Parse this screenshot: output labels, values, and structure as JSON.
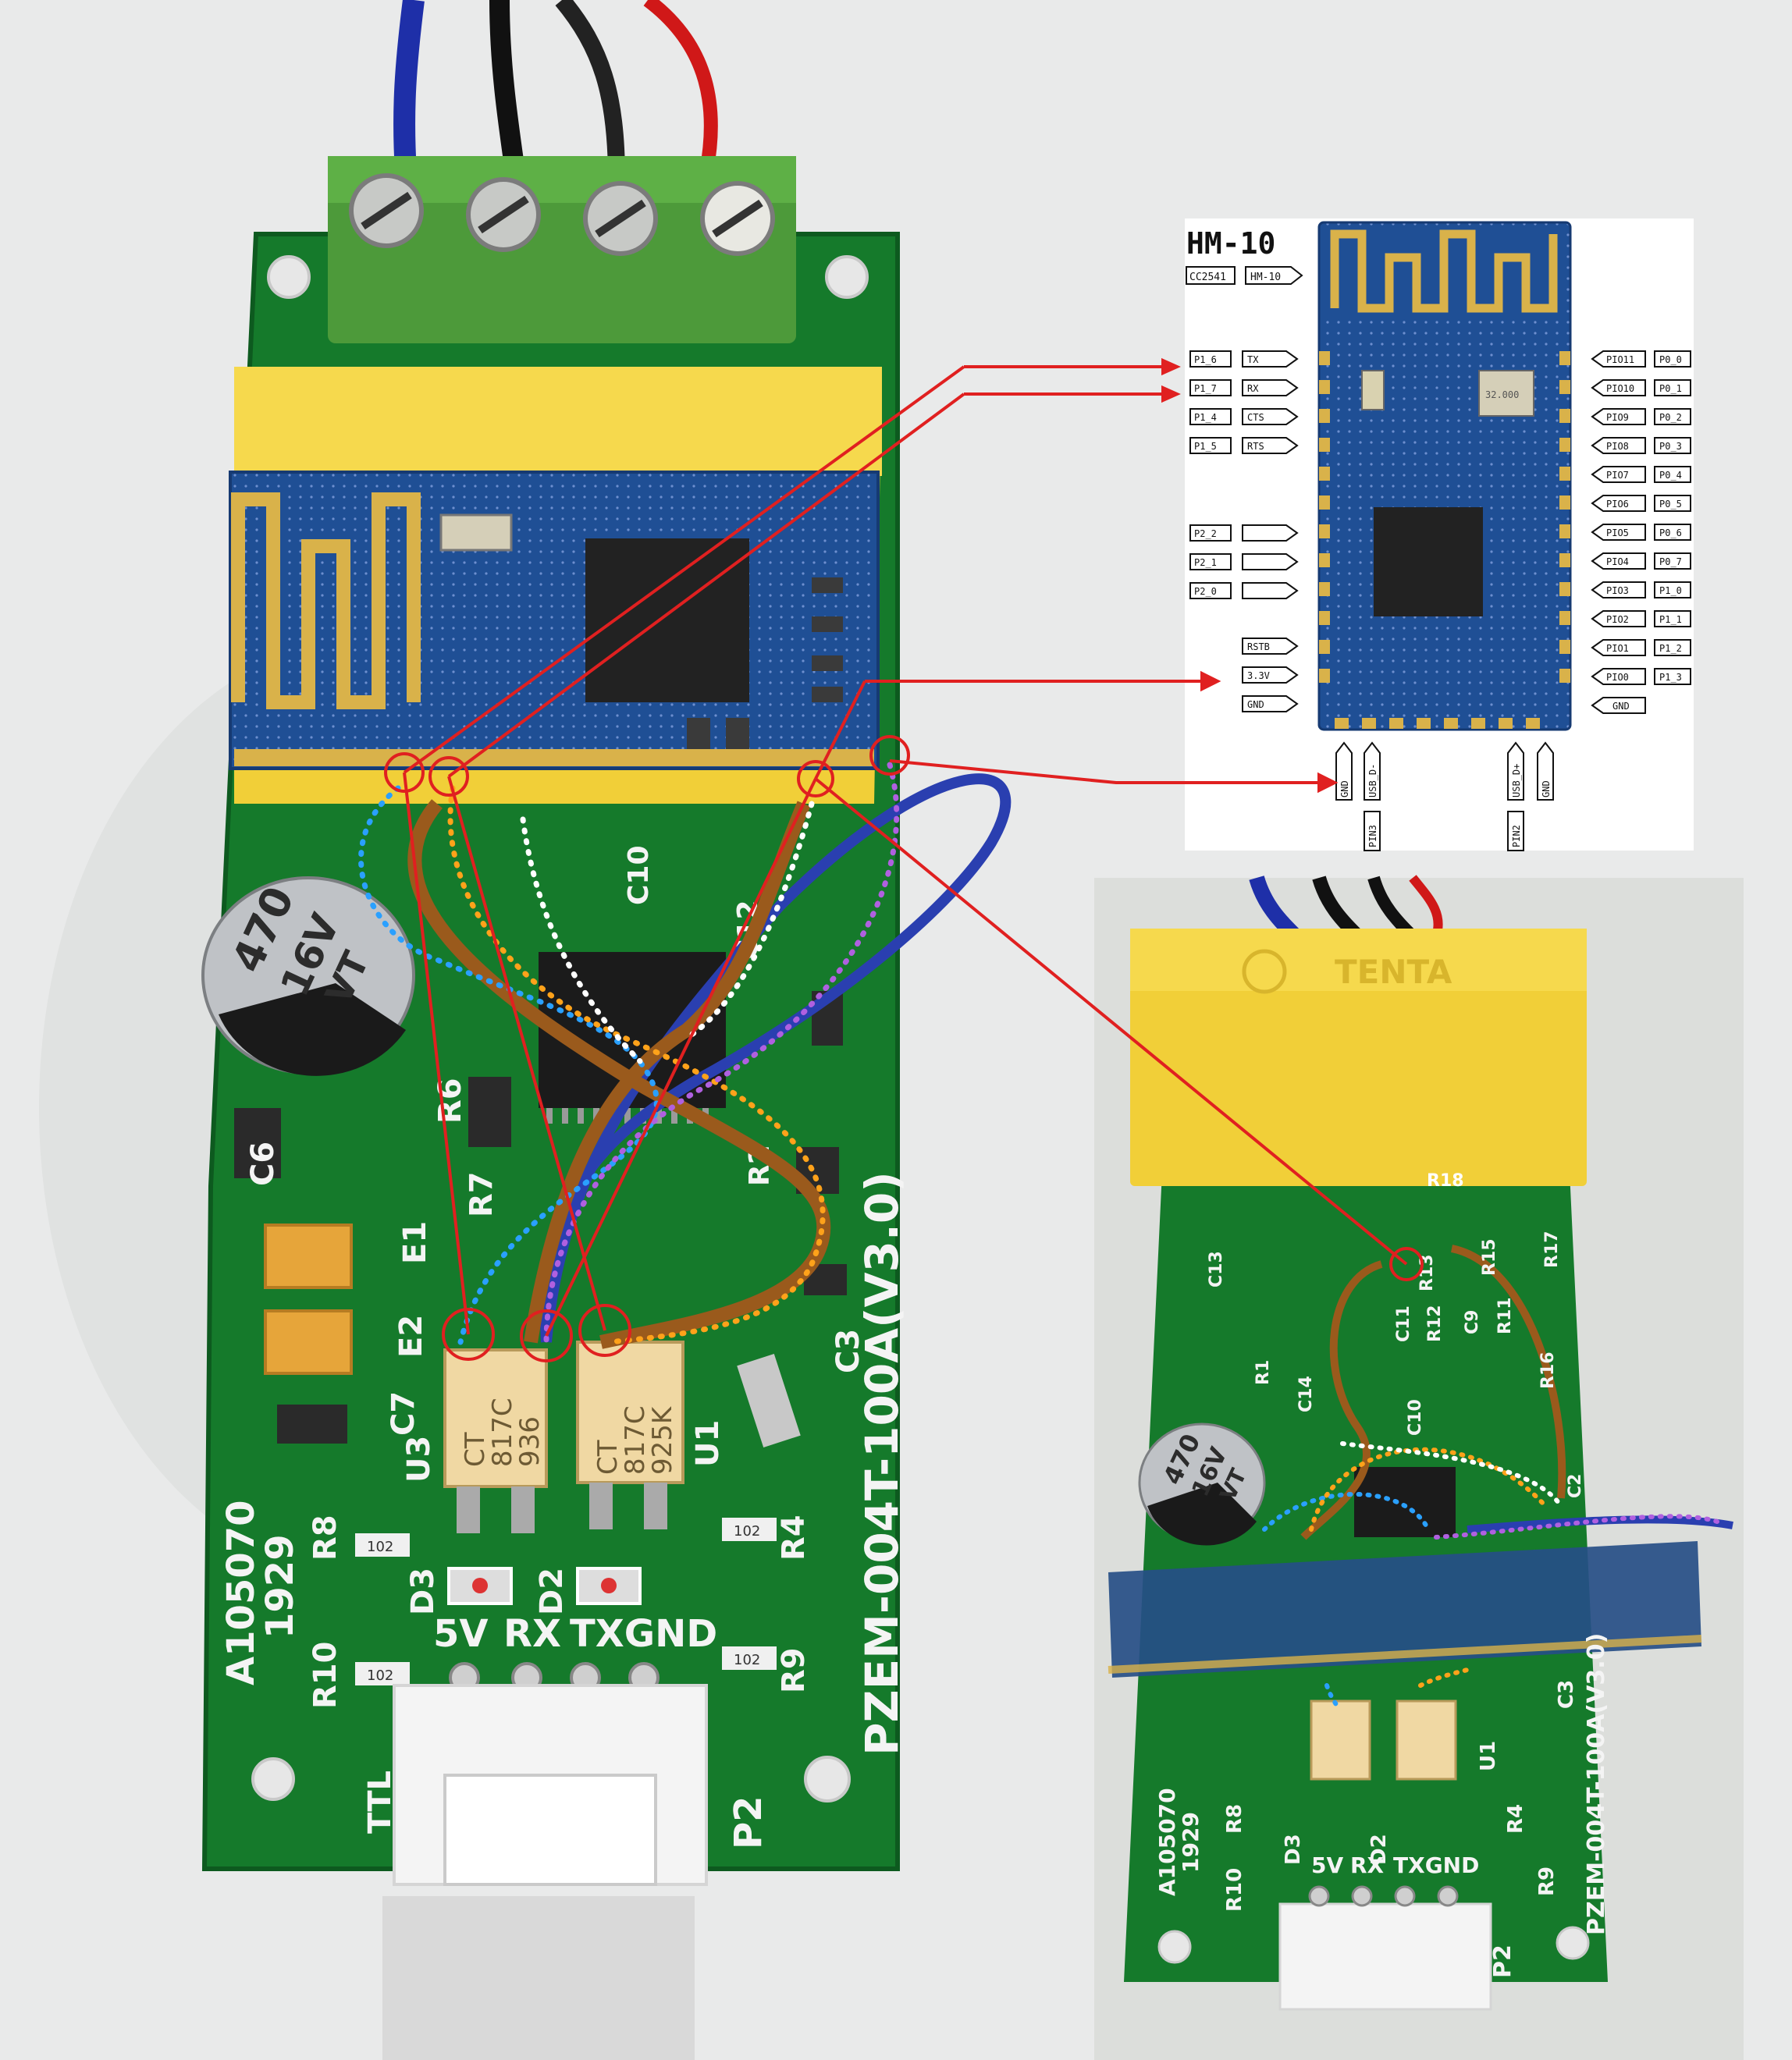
{
  "colors": {
    "background": "#e9eaea",
    "pcb_green": "#157a2b",
    "pcb_green_dark": "#0d5a1f",
    "terminal_green": "#4d9a3a",
    "shield_yellow": "#f1cf38",
    "module_blue": "#1f4f95",
    "gold": "#d9b24a",
    "annotation_red": "#e02020",
    "wire_blue": "#2a3fb0",
    "wire_brown": "#9a5a1c",
    "dot_blue": "#2aa0ff",
    "dot_orange": "#ffa21a",
    "dot_white": "#ffffff",
    "dot_purple": "#b060e0",
    "silkscreen": "#f4f4f4"
  },
  "main_board": {
    "model": "PZEM-004T-100A(V3.0)",
    "serial": "A105070",
    "date": "1929",
    "header_pins": [
      "5V",
      "RX",
      "TXGND"
    ],
    "cap_text": [
      "470",
      "16V",
      "VT"
    ],
    "opto_u3": [
      "CT",
      "817C",
      "936"
    ],
    "opto_u1": [
      "CT",
      "817C",
      "925K"
    ],
    "port_label": "P2",
    "ttl_label": "TTL",
    "silk_labels": [
      "R8",
      "D3",
      "D2",
      "R4",
      "R10",
      "R9",
      "U3",
      "U1",
      "C7",
      "E2",
      "E1",
      "C6",
      "R7",
      "R6",
      "C3",
      "C10",
      "C12",
      "R2"
    ],
    "resistor_codes": [
      "102",
      "102",
      "102",
      "102"
    ]
  },
  "pinout": {
    "title": "HM-10",
    "chip_tag": "CC2541",
    "name_tag": "HM-10",
    "left_pins": [
      {
        "port": "P1_6",
        "fn": "TX"
      },
      {
        "port": "P1_7",
        "fn": "RX"
      },
      {
        "port": "P1_4",
        "fn": "CTS"
      },
      {
        "port": "P1_5",
        "fn": "RTS"
      },
      {
        "port": "P2_2",
        "fn": ""
      },
      {
        "port": "P2_1",
        "fn": ""
      },
      {
        "port": "P2_0",
        "fn": ""
      },
      {
        "port": "",
        "fn": "RSTB"
      },
      {
        "port": "",
        "fn": "3.3V"
      },
      {
        "port": "",
        "fn": "GND"
      }
    ],
    "right_pins": [
      {
        "pio": "PIO11",
        "port": "P0_0"
      },
      {
        "pio": "PIO10",
        "port": "P0_1"
      },
      {
        "pio": "PIO9",
        "port": "P0_2"
      },
      {
        "pio": "PIO8",
        "port": "P0_3"
      },
      {
        "pio": "PIO7",
        "port": "P0_4"
      },
      {
        "pio": "PIO6",
        "port": "P0_5"
      },
      {
        "pio": "PIO5",
        "port": "P0_6"
      },
      {
        "pio": "PIO4",
        "port": "P0_7"
      },
      {
        "pio": "PIO3",
        "port": "P1_0"
      },
      {
        "pio": "PIO2",
        "port": "P1_1"
      },
      {
        "pio": "PIO1",
        "port": "P1_2"
      },
      {
        "pio": "PIO0",
        "port": "P1_3"
      },
      {
        "pio": "",
        "port": "GND"
      }
    ],
    "bottom_pins": [
      "GND",
      "USB_D-",
      "USB_D+",
      "GND"
    ],
    "bottom_tags": [
      "PIN3",
      "PIN2"
    ],
    "crystal_text": "32.000"
  },
  "inset_board": {
    "model": "PZEM-004T-100A(V3.0)",
    "serial": "A105070",
    "date": "1929",
    "header_pins": [
      "5V",
      "RX",
      "TXGND"
    ],
    "cap_text": [
      "470",
      "16V",
      "VT"
    ],
    "shield_brand": "TENTA",
    "port_label": "P2",
    "silk_labels": [
      "C13",
      "R13",
      "R15",
      "R17",
      "C11",
      "R12",
      "C9",
      "R11",
      "R1",
      "C14",
      "C10",
      "R16",
      "C2",
      "U1",
      "C3",
      "R8",
      "D3",
      "D2",
      "R4",
      "R10",
      "R9",
      "R18"
    ]
  }
}
